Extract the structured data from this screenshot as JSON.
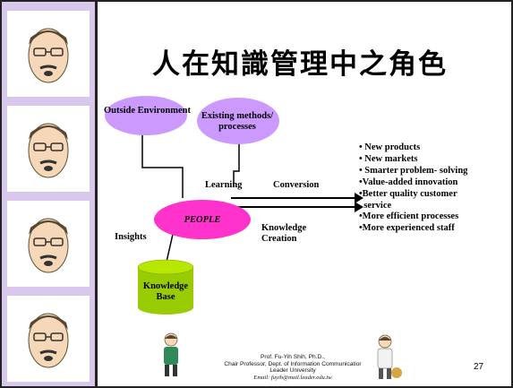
{
  "slide": {
    "title": "人在知識管理中之角色",
    "diagram": {
      "outside_environment": "Outside Environment",
      "existing_methods": "Existing methods/ processes",
      "learning": "Learning",
      "conversion": "Conversion",
      "people": "PEOPLE",
      "knowledge_creation": "Knowledge Creation",
      "insights": "Insights",
      "knowledge_base": "Knowledge Base"
    },
    "outcomes": [
      "• New products",
      "• New markets",
      "• Smarter problem- solving",
      "•Value-added innovation",
      "•Better quality customer",
      "  service",
      "•More efficient processes",
      "•More experienced staff"
    ],
    "footer": {
      "author": "Prof. Fu-Yih Shih, Ph.D.,",
      "position": "Chair Professor, Dept. of Information Communicatior",
      "university": "Leader University",
      "email": "Email: fuyih@mail.leader.edu.tw"
    },
    "page_number": "27"
  },
  "colors": {
    "sidebar": "#d8c8ec",
    "ellipse_lavender": "#cc99ff",
    "people_ellipse": "#ff33cc",
    "knowledge_base_cylinder": "#99cc00"
  }
}
